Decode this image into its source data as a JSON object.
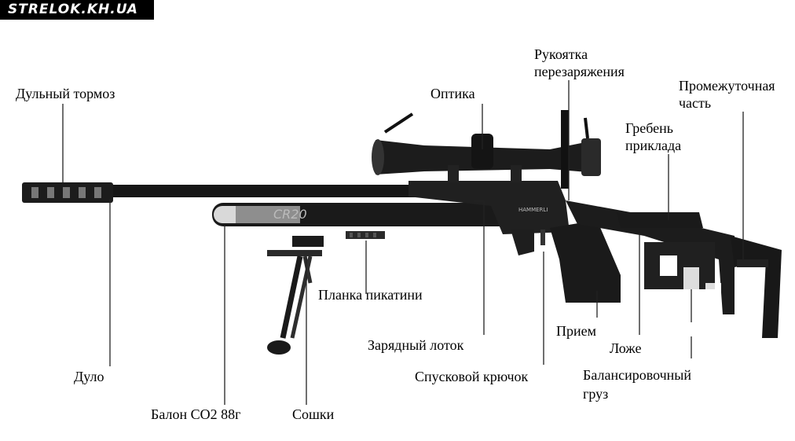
{
  "watermark": "STRELOK.KH.UA",
  "rifle_model": "CR20",
  "brand_mark": "HAMMERLI",
  "labels": {
    "muzzle_brake": "Дульный тормоз",
    "scope": "Оптика",
    "bolt_handle_1": "Рукоятка",
    "bolt_handle_2": "перезаряжения",
    "intermediate_1": "Промежуточная",
    "intermediate_2": "часть",
    "comb_1": "Гребень",
    "comb_2": "приклада",
    "picatinny": "Планка пикатини",
    "loading_tray": "Зарядный лоток",
    "grip": "Прием",
    "stock": "Ложе",
    "trigger": "Спусковой крючок",
    "balance_1": "Балансировочный",
    "balance_2": "груз",
    "barrel": "Дуло",
    "co2": "Балон CO2 88г",
    "bipod": "Сошки"
  }
}
